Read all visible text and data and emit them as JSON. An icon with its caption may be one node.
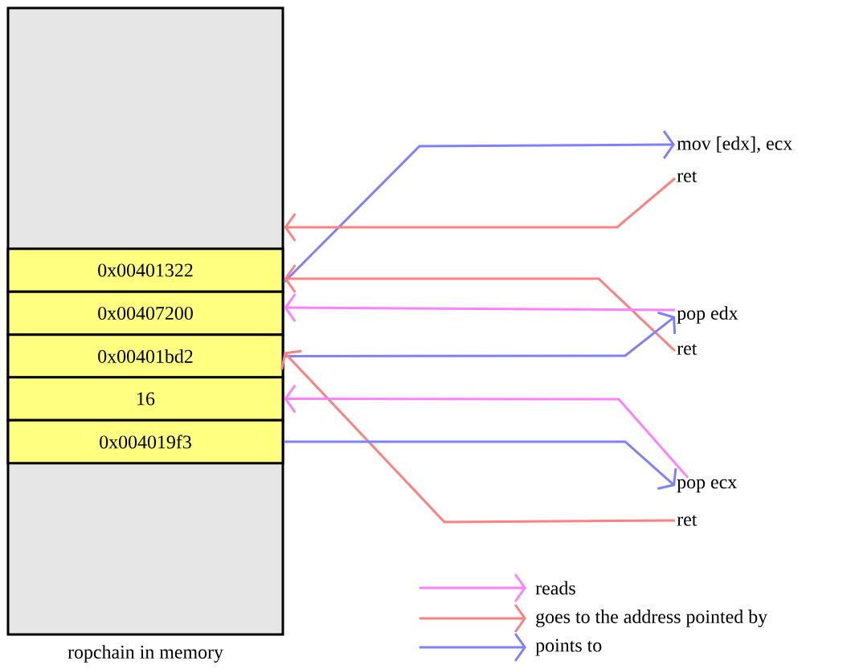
{
  "diagram": {
    "nodes": [
      {
        "text": [],
        "shape": "box",
        "beside": [
          "ropchain in memory"
        ]
      },
      {
        "text": [
          "0x00401322"
        ],
        "in": 0
      },
      {
        "text": [
          "0x00407200"
        ],
        "in": 0
      },
      {
        "text": [
          "0x00401bd2"
        ],
        "in": 0
      },
      {
        "text": [
          "16"
        ],
        "in": 0
      },
      {
        "text": [
          "0x004019f3"
        ],
        "in": 0
      },
      {
        "text": [
          "mov [edx], ecx"
        ]
      },
      {
        "text": [
          "ret"
        ]
      },
      {
        "text": [
          "pop edx"
        ]
      },
      {
        "text": [
          "ret"
        ]
      },
      {
        "text": [
          "pop ecx"
        ]
      },
      {
        "text": [
          "ret"
        ]
      }
    ],
    "edges": [
      {
        "from": 1,
        "to": 6,
        "arrow": "to",
        "color": "#8080ff"
      },
      {
        "from": 7,
        "to": 0,
        "arrow": "to",
        "color": "#ff8080"
      },
      {
        "from": 9,
        "to": 1,
        "arrow": "to",
        "color": "#ff8080"
      },
      {
        "from": 8,
        "to": 2,
        "arrow": "to",
        "color": "#ff80ff"
      },
      {
        "from": 3,
        "to": 8,
        "arrow": "to",
        "color": "#8080ff"
      },
      {
        "from": 11,
        "to": 3,
        "arrow": "to",
        "color": "#ff8080"
      },
      {
        "from": 10,
        "to": 4,
        "arrow": "to",
        "color": "#ff80ff"
      },
      {
        "from": 5,
        "to": 10,
        "arrow": "to",
        "color": "#8080ff"
      }
    ],
    "legend": [
      {
        "text": "reads",
        "color": "#ff80ff"
      },
      {
        "text": "goes to the address pointed by",
        "color": "#ff8080"
      },
      {
        "text": "points to",
        "color": "#8080ff"
      }
    ]
  }
}
